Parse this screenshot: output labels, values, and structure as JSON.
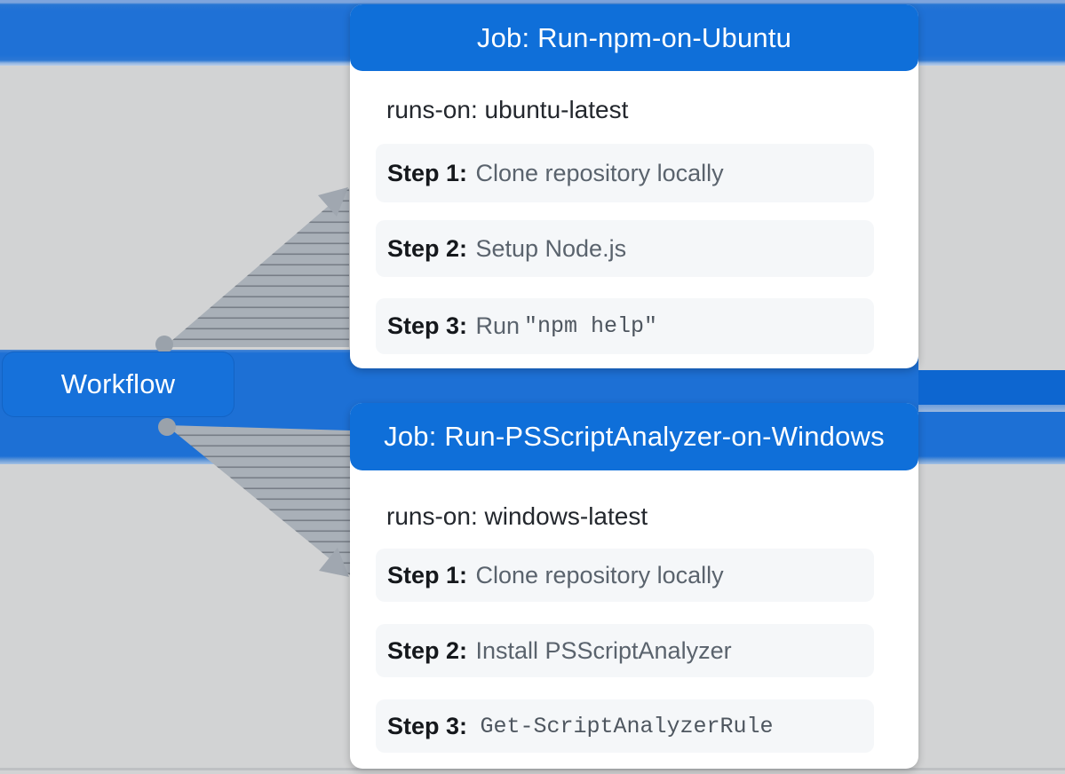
{
  "workflow": {
    "label": "Workflow"
  },
  "jobs": [
    {
      "title": "Job: Run-npm-on-Ubuntu",
      "runs_on": "runs-on: ubuntu-latest",
      "steps": [
        {
          "label": "Step 1:",
          "text": "Clone repository locally",
          "code": ""
        },
        {
          "label": "Step 2:",
          "text": "Setup Node.js",
          "code": ""
        },
        {
          "label": "Step 3:",
          "text": "Run",
          "code": "\"npm help\""
        }
      ]
    },
    {
      "title": "Job: Run-PSScriptAnalyzer-on-Windows",
      "runs_on": "runs-on: windows-latest",
      "steps": [
        {
          "label": "Step 1:",
          "text": "Clone repository locally",
          "code": ""
        },
        {
          "label": "Step 2:",
          "text": "Install PSScriptAnalyzer",
          "code": ""
        },
        {
          "label": "Step 3:",
          "text": "",
          "code": "Get-ScriptAnalyzerRule"
        }
      ]
    }
  ],
  "colors": {
    "background": "#d2d3d4",
    "band_blue": "#1f71d6",
    "band_blue_dark": "#0d66d0",
    "header_blue": "#0f6fd9",
    "workflow_blue": "#1671da",
    "card_white": "#ffffff",
    "step_bg": "#f5f7f9",
    "step_label_text": "#15181c",
    "step_desc_text": "#5a636d",
    "code_text": "#4e565f",
    "connector_gray": "#a0a7b0"
  }
}
